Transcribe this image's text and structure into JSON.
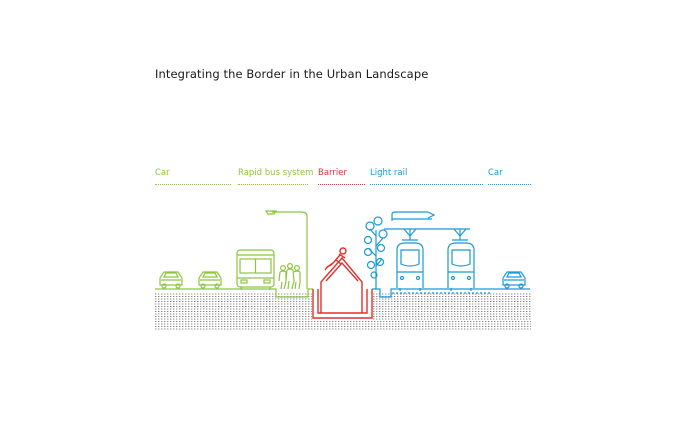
{
  "title": "Integrating the Border in the Urban Landscape",
  "colors": {
    "car_left": "#8cc63f",
    "rapid_bus": "#8cc63f",
    "barrier": "#e2312b",
    "light_rail": "#1a9ad6",
    "car_right": "#1a9ad6",
    "ground_texture": "#8a8a8a",
    "title": "#1a1a1a"
  },
  "zones": [
    {
      "key": "car_left",
      "label": "Car",
      "color": "#8cc63f"
    },
    {
      "key": "rapid_bus",
      "label": "Rapid bus system",
      "color": "#8cc63f"
    },
    {
      "key": "barrier",
      "label": "Barrier",
      "color": "#e2312b"
    },
    {
      "key": "light_rail",
      "label": "Light rail",
      "color": "#1a9ad6"
    },
    {
      "key": "car_right",
      "label": "Car",
      "color": "#1a9ad6"
    }
  ],
  "icons": {
    "car": "car-icon",
    "bus": "bus-icon",
    "tram": "tram-icon",
    "street_lamp": "street-lamp-icon",
    "pedestrians": "pedestrians-icon",
    "tree": "tree-icon",
    "catenary": "catenary-icon"
  }
}
